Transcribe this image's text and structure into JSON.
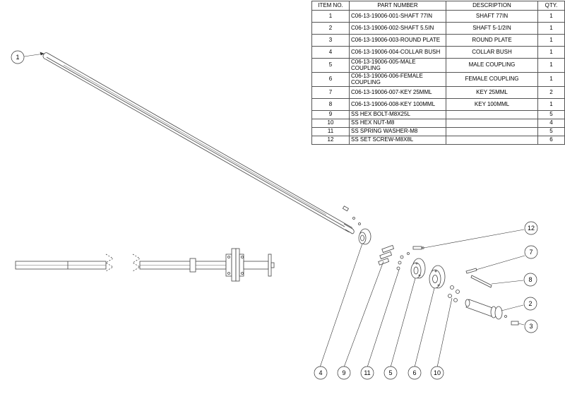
{
  "bom": {
    "headers": [
      "ITEM NO.",
      "PART NUMBER",
      "DESCRIPTION",
      "QTY."
    ],
    "rows": [
      {
        "item": "1",
        "part": "C06-13-19006-001-SHAFT 77IN",
        "desc": "SHAFT 77IN",
        "qty": "1"
      },
      {
        "item": "2",
        "part": "C06-13-19006-002-SHAFT 5.5IN",
        "desc": "SHAFT 5-1/2IN",
        "qty": "1"
      },
      {
        "item": "3",
        "part": "C06-13-19006-003-ROUND PLATE",
        "desc": "ROUND PLATE",
        "qty": "1"
      },
      {
        "item": "4",
        "part": "C06-13-19006-004-COLLAR BUSH",
        "desc": "COLLAR BUSH",
        "qty": "1"
      },
      {
        "item": "5",
        "part": "C06-13-19006-005-MALE COUPLING",
        "desc": "MALE COUPLING",
        "qty": "1"
      },
      {
        "item": "6",
        "part": "C06-13-19006-006-FEMALE COUPLING",
        "desc": "FEMALE COUPLING",
        "qty": "1"
      },
      {
        "item": "7",
        "part": "C06-13-19006-007-KEY 25MML",
        "desc": "KEY 25MML",
        "qty": "2"
      },
      {
        "item": "8",
        "part": "C06-13-19006-008-KEY 100MML",
        "desc": "KEY 100MML",
        "qty": "1"
      },
      {
        "item": "9",
        "part": "SS HEX BOLT-M8X25L",
        "desc": "",
        "qty": "5"
      },
      {
        "item": "10",
        "part": "SS HEX NUT-M8",
        "desc": "",
        "qty": "4"
      },
      {
        "item": "11",
        "part": "SS SPRING WASHER-M8",
        "desc": "",
        "qty": "5"
      },
      {
        "item": "12",
        "part": "SS SET SCREW-M8X8L",
        "desc": "",
        "qty": "6"
      }
    ]
  },
  "balloons": {
    "b1": "1",
    "b2": "2",
    "b3": "3",
    "b4": "4",
    "b5": "5",
    "b6": "6",
    "b7": "7",
    "b8": "8",
    "b9": "9",
    "b10": "10",
    "b11": "11",
    "b12": "12"
  }
}
